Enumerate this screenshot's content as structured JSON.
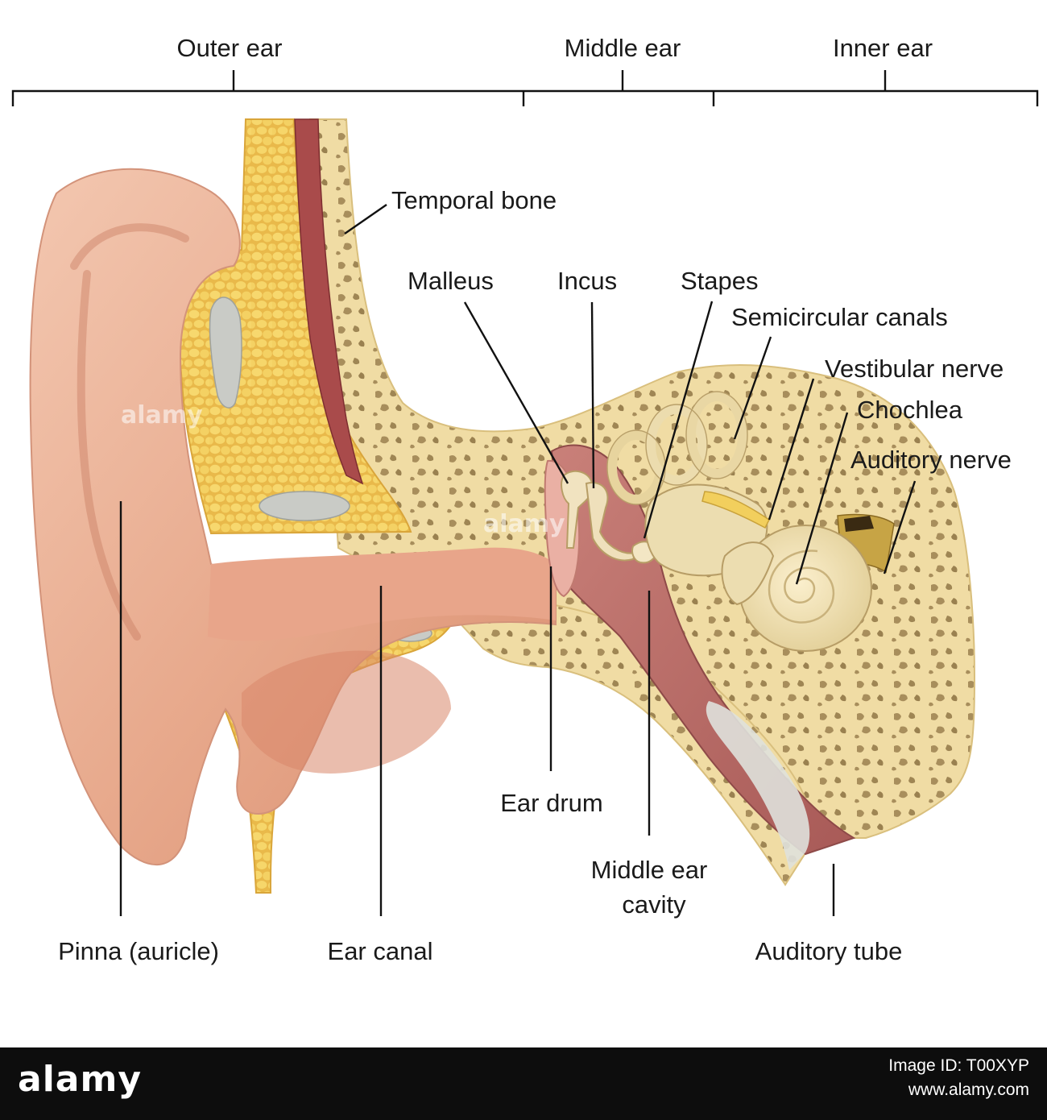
{
  "regions": {
    "outer": "Outer ear",
    "middle": "Middle ear",
    "inner": "Inner ear"
  },
  "labels": {
    "temporal_bone": "Temporal bone",
    "malleus": "Malleus",
    "incus": "Incus",
    "stapes": "Stapes",
    "semicircular_canals": "Semicircular canals",
    "vestibular_nerve": "Vestibular nerve",
    "cochlea": "Chochlea",
    "auditory_nerve": "Auditory nerve",
    "pinna": "Pinna (auricle)",
    "ear_canal": "Ear canal",
    "ear_drum": "Ear drum",
    "middle_ear_cavity_line1": "Middle ear",
    "middle_ear_cavity_line2": "cavity",
    "auditory_tube": "Auditory tube"
  },
  "watermark": "alamy",
  "footer": {
    "brand": "alamy",
    "image_id_label": "Image ID: T00XYP",
    "site": "www.alamy.com"
  }
}
